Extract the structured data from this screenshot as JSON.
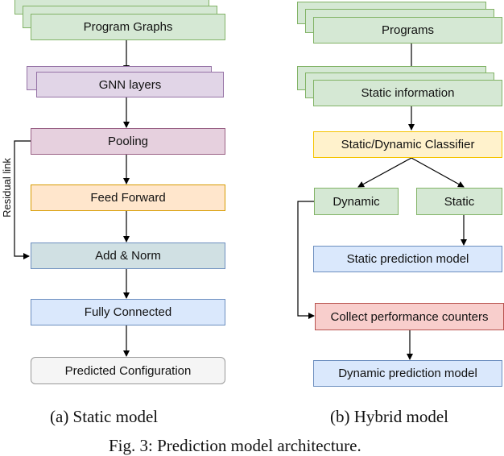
{
  "static_model": {
    "program_graphs": "Program Graphs",
    "gnn_layers": "GNN layers",
    "pooling": "Pooling",
    "feed_forward": "Feed Forward",
    "add_norm": "Add & Norm",
    "fully_connected": "Fully Connected",
    "predicted_configuration": "Predicted Configuration",
    "residual_link": "Residual link",
    "caption": "(a) Static model"
  },
  "hybrid_model": {
    "programs": "Programs",
    "static_information": "Static information",
    "classifier": "Static/Dynamic Classifier",
    "dynamic": "Dynamic",
    "static": "Static",
    "static_prediction_model": "Static prediction model",
    "collect_counters": "Collect performance counters",
    "dynamic_prediction_model": "Dynamic prediction model",
    "caption": "(b) Hybrid model"
  },
  "figure_caption": "Fig. 3: Prediction model architecture."
}
